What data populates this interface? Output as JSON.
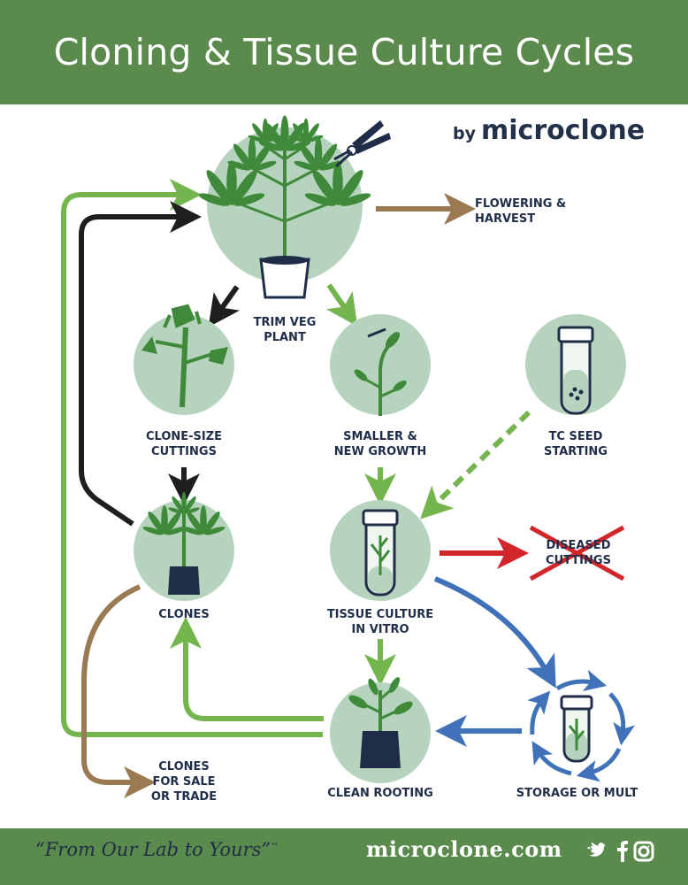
{
  "header": {
    "title": "Cloning & Tissue Culture Cycles"
  },
  "byline": {
    "by": "by",
    "brand": "microclone"
  },
  "nodes": {
    "mother": {
      "label": "TRIM VEG\nPLANT"
    },
    "flowering": {
      "label": "FLOWERING &\nHARVEST"
    },
    "cuttings": {
      "label": "CLONE-SIZE\nCUTTINGS"
    },
    "new_growth": {
      "label": "SMALLER &\nNEW GROWTH"
    },
    "seed": {
      "label": "TC SEED\nSTARTING"
    },
    "clones": {
      "label": "CLONES"
    },
    "tissue": {
      "label": "TISSUE CULTURE\nIN VITRO"
    },
    "diseased": {
      "label": "DISEASED\nCUTTINGS"
    },
    "sale": {
      "label": "CLONES\nFOR SALE\nOR TRADE"
    },
    "rooting": {
      "label": "CLEAN ROOTING"
    },
    "storage": {
      "label": "STORAGE OR MULT"
    }
  },
  "footer": {
    "tagline": "“From Our Lab to Yours”",
    "tm": "™",
    "site": "microclone.com",
    "social_icons": [
      "twitter-icon",
      "facebook-icon",
      "instagram-icon"
    ]
  },
  "colors": {
    "header_bg": "#5a8a4c",
    "circle": "#b5d3bd",
    "leaf": "#3f8a3a",
    "arrow_green": "#74b54e",
    "arrow_black": "#1e1e1e",
    "arrow_brown": "#9a7a52",
    "arrow_blue": "#3f72b8",
    "arrow_red": "#d3262b",
    "text_dark": "#1f2d48"
  }
}
